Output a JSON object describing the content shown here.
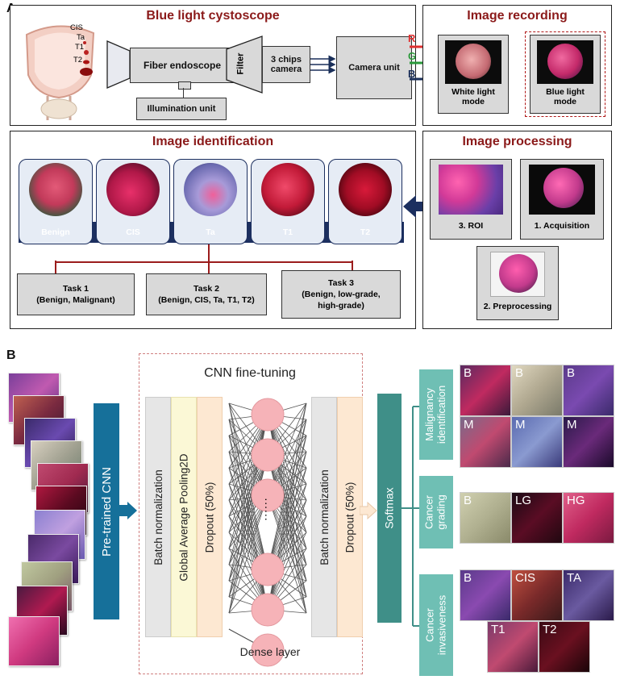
{
  "panel_a": {
    "label": "A",
    "cystoscope": {
      "title": "Blue light cystoscope",
      "stages": [
        "CIS",
        "Ta",
        "T1",
        "T2"
      ],
      "fiber": "Fiber endoscope",
      "filter": "Filter",
      "camera3": "3 chips\ncamera",
      "illumination": "Illumination unit",
      "camera_unit": "Camera unit",
      "channels": {
        "r": "R",
        "g": "G",
        "b": "B"
      },
      "colors": {
        "r": "#e03030",
        "g": "#2a9a3a",
        "b": "#1a2f5a"
      }
    },
    "recording": {
      "title": "Image recording",
      "white": "White light\nmode",
      "blue": "Blue light\nmode"
    },
    "identification": {
      "title": "Image identification",
      "classes": [
        "Benign",
        "CIS",
        "Ta",
        "T1",
        "T2"
      ],
      "tasks": [
        {
          "name": "Task 1",
          "desc": "(Benign, Malignant)"
        },
        {
          "name": "Task 2",
          "desc": "(Benign, CIS, Ta, T1, T2)"
        },
        {
          "name": "Task 3",
          "desc": "(Benign, low-grade,\nhigh-grade)"
        }
      ]
    },
    "processing": {
      "title": "Image processing",
      "roi": "3. ROI",
      "acquisition": "1. Acquisition",
      "preprocessing": "2. Preprocessing"
    }
  },
  "panel_b": {
    "label": "B",
    "pretrained": "Pre-trained CNN",
    "finetune_title": "CNN fine-tuning",
    "layers": [
      "Batch normalization",
      "Global Average Pooling2D",
      "Dropout (50%)",
      "Batch normalization",
      "Dropout (50%)"
    ],
    "dense_label": "Dense layer",
    "dense_dots": "......",
    "softmax": "Softmax",
    "tasks": [
      {
        "label": "Malignancy identification",
        "thumbs": [
          "B",
          "B",
          "B",
          "M",
          "M",
          "M"
        ]
      },
      {
        "label": "Cancer grading",
        "thumbs": [
          "B",
          "LG",
          "HG"
        ]
      },
      {
        "label": "Cancer invasiveness",
        "thumbs": [
          "B",
          "CIS",
          "TA",
          "T1",
          "T2"
        ]
      }
    ],
    "colors": {
      "blue_bar": "#16709a",
      "teal_bar": "#3f8f88",
      "task_bar": "#6fbfb4",
      "layer_gray": "#e6e6e6",
      "layer_yellow": "#fbf8d6",
      "layer_peach": "#fde8d2",
      "node": "#f6b3b8"
    }
  }
}
